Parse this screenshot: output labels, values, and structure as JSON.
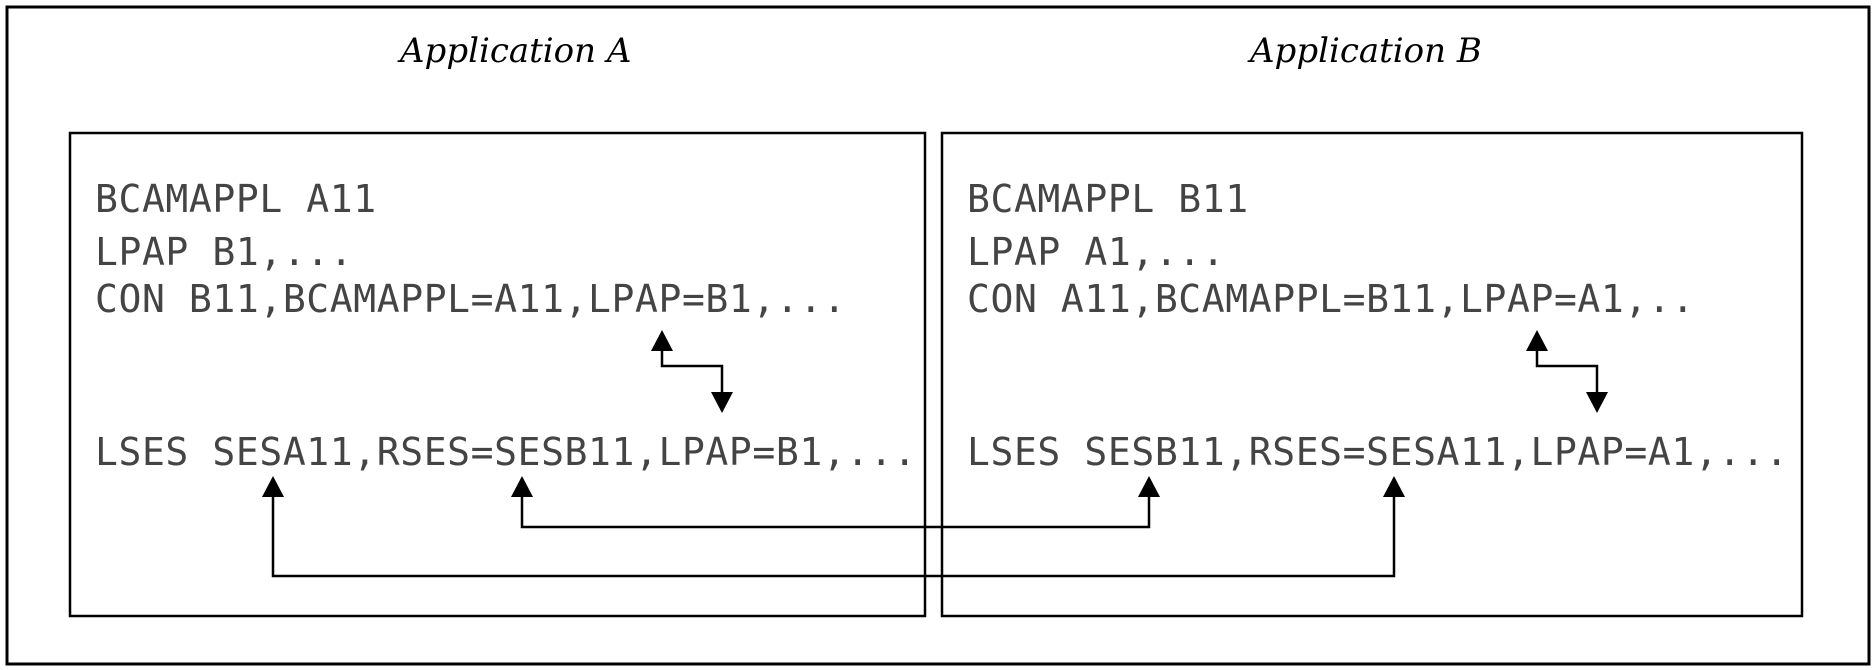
{
  "applications": [
    {
      "title": "Application A",
      "lines": [
        "BCAMAPPL A11",
        "LPAP B1,...",
        "CON B11,BCAMAPPL=A11,LPAP=B1,...",
        "LSES SESA11,RSES=SESB11,LPAP=B1,..."
      ]
    },
    {
      "title": "Application B",
      "lines": [
        "BCAMAPPL B11",
        "LPAP A1,...",
        "CON A11,BCAMAPPL=B11,LPAP=A1,..",
        "LSES SESB11,RSES=SESA11,LPAP=A1,..."
      ]
    }
  ]
}
